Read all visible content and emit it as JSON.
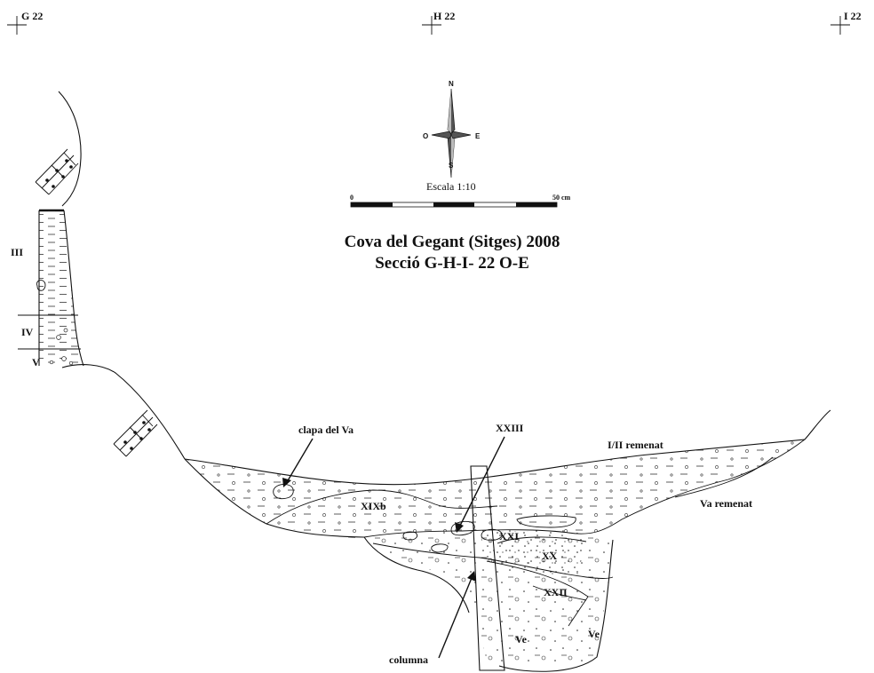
{
  "grid_markers": [
    {
      "label": "G 22"
    },
    {
      "label": "H 22"
    },
    {
      "label": "I 22"
    }
  ],
  "compass": {
    "north": "N",
    "south": "S",
    "east": "E",
    "west": "O"
  },
  "scale": {
    "caption": "Escala 1:10",
    "start_label": "0",
    "end_label": "50 cm"
  },
  "title": {
    "line1": "Cova del Gegant (Sitges) 2008",
    "line2": "Secció G-H-I- 22  O-E"
  },
  "wall_layers": {
    "iii": "III",
    "iv": "IV",
    "v": "V"
  },
  "section_labels": {
    "clapa": "clapa del Va",
    "xxiii": "XXIII",
    "remenat_12": "I/II remenat",
    "xixb": "XIXb",
    "xxi": "XXI",
    "va_remenat": "Va remenat",
    "xx": "XX",
    "xxii": "XXII",
    "ve_left": "Ve",
    "ve_right": "Ve",
    "columna": "columna"
  }
}
